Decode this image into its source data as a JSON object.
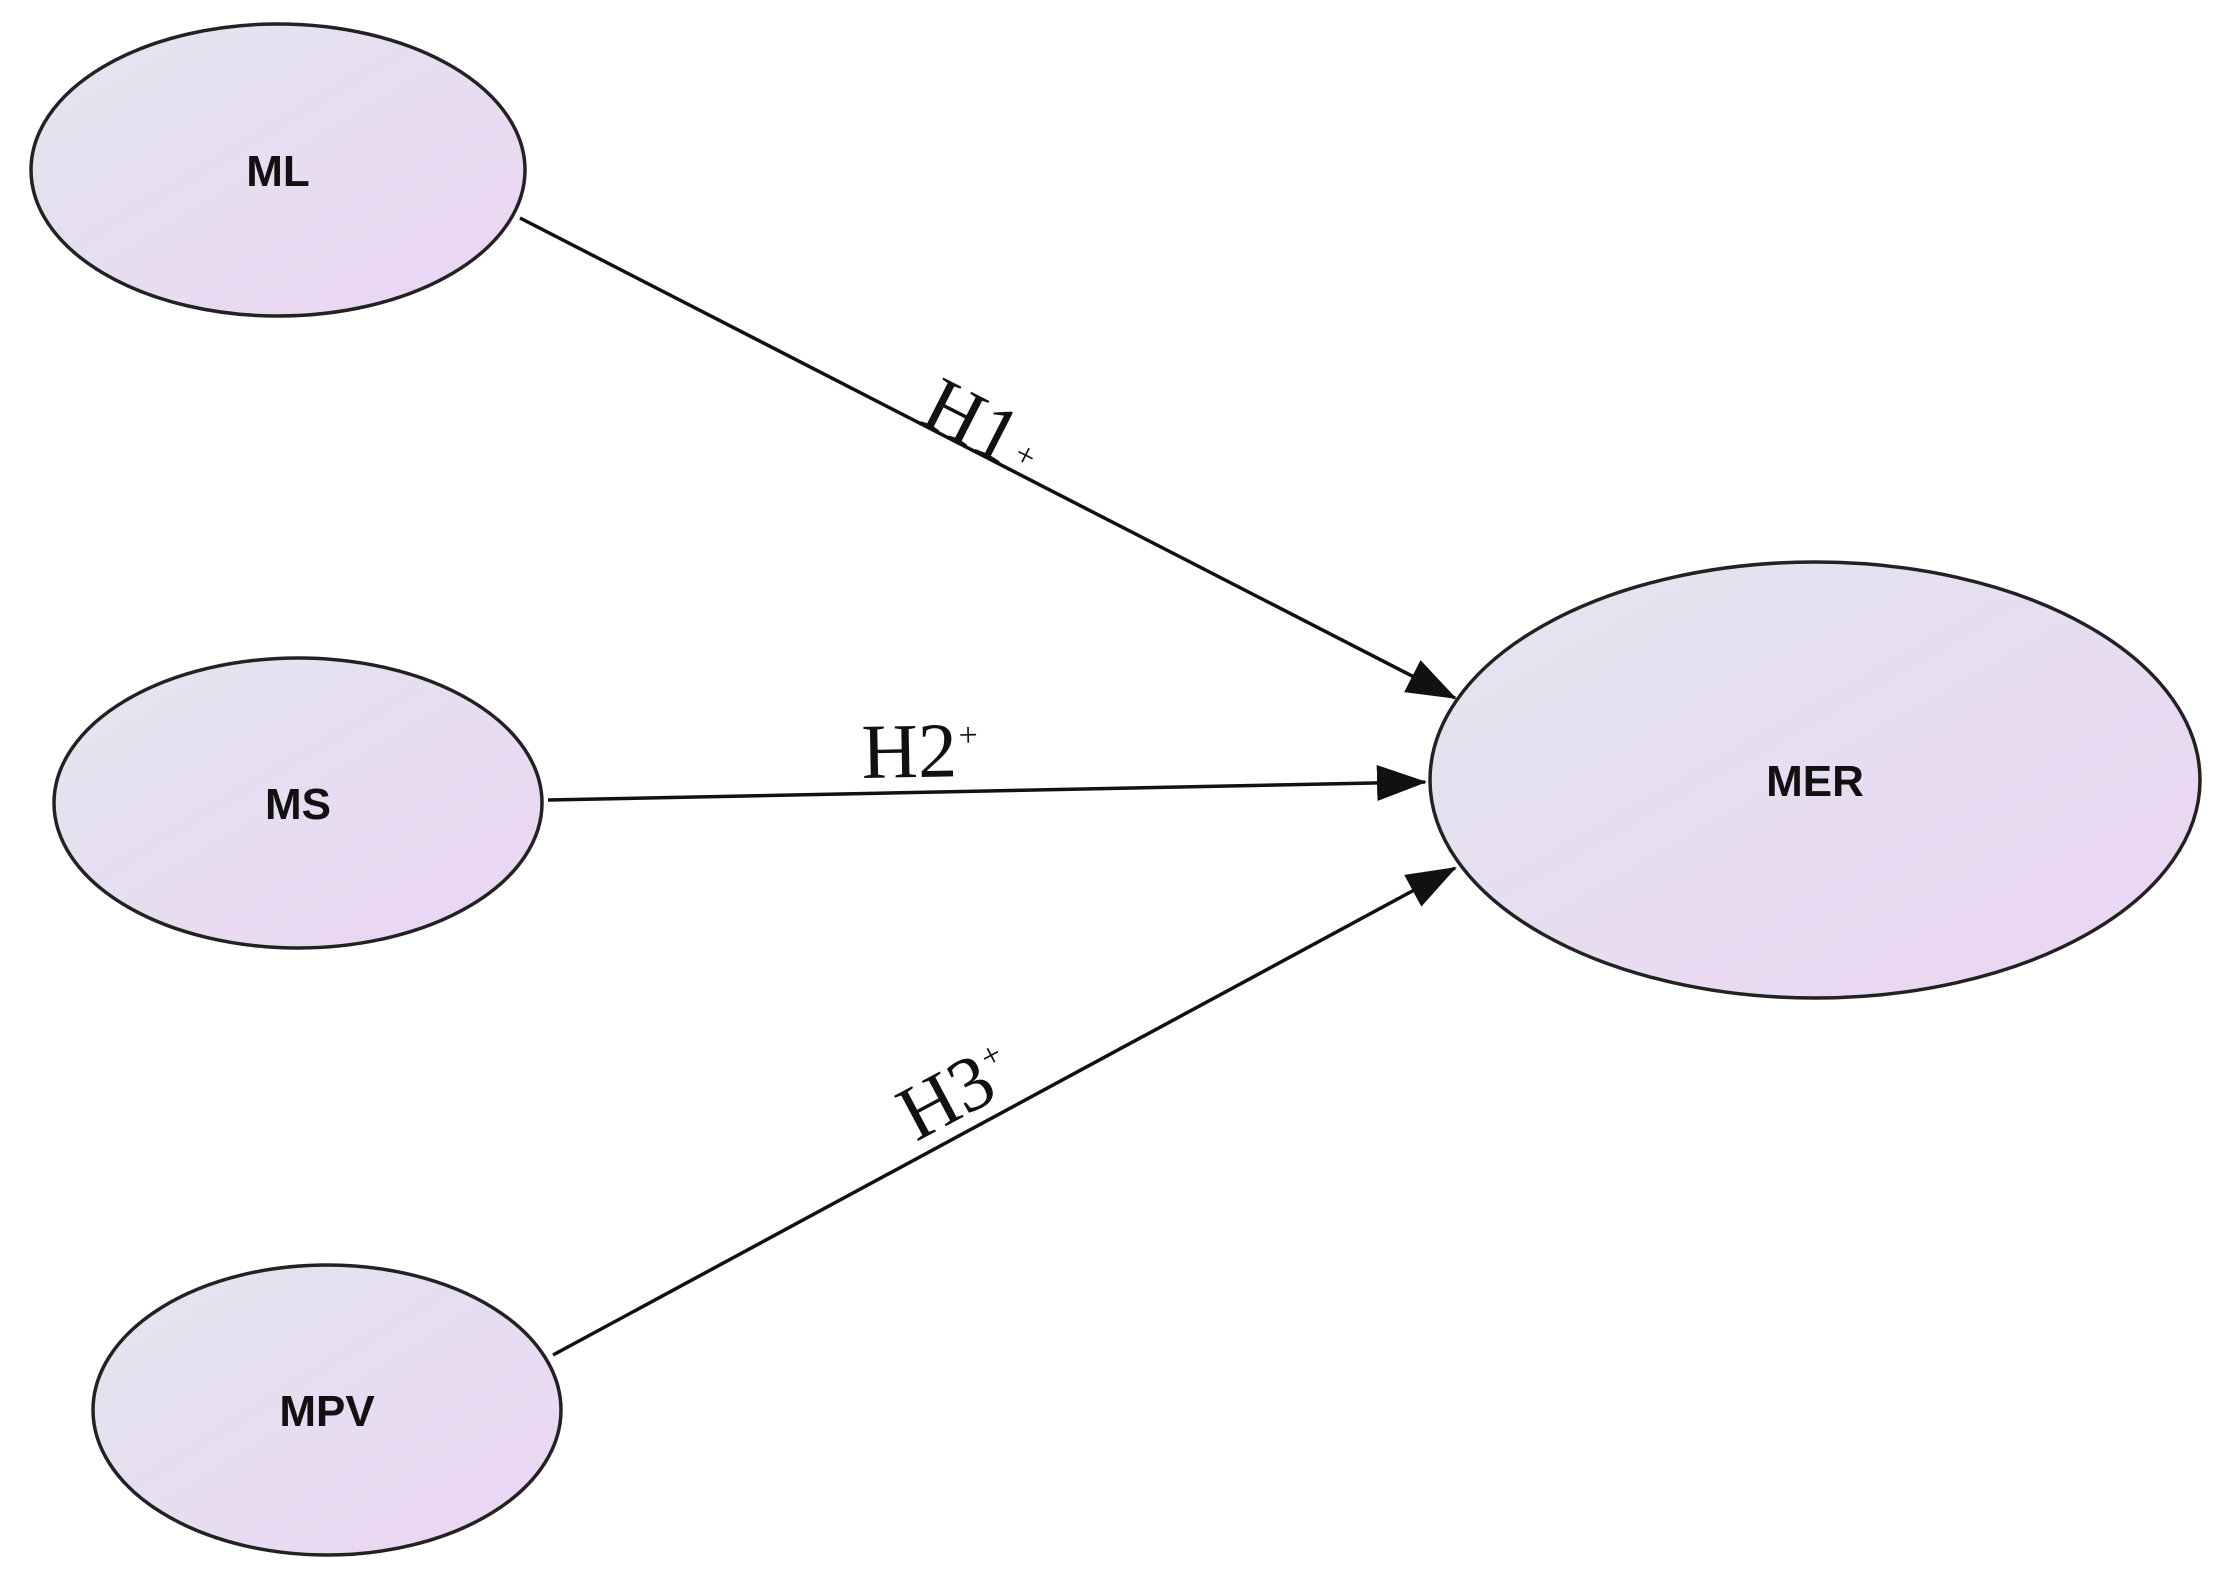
{
  "colors": {
    "node_fill_start": "#e2e6ee",
    "node_fill_end": "#ecd4f4",
    "stroke": "#222222",
    "text": "#111111"
  },
  "nodes": {
    "ml": {
      "label": "ML"
    },
    "ms": {
      "label": "MS"
    },
    "mpv": {
      "label": "MPV"
    },
    "mer": {
      "label": "MER"
    }
  },
  "edges": {
    "h1": {
      "label": "H1",
      "sign": "+",
      "from": "ML",
      "to": "MER"
    },
    "h2": {
      "label": "H2",
      "sign": "+",
      "from": "MS",
      "to": "MER"
    },
    "h3": {
      "label": "H3",
      "sign": "+",
      "from": "MPV",
      "to": "MER"
    }
  }
}
